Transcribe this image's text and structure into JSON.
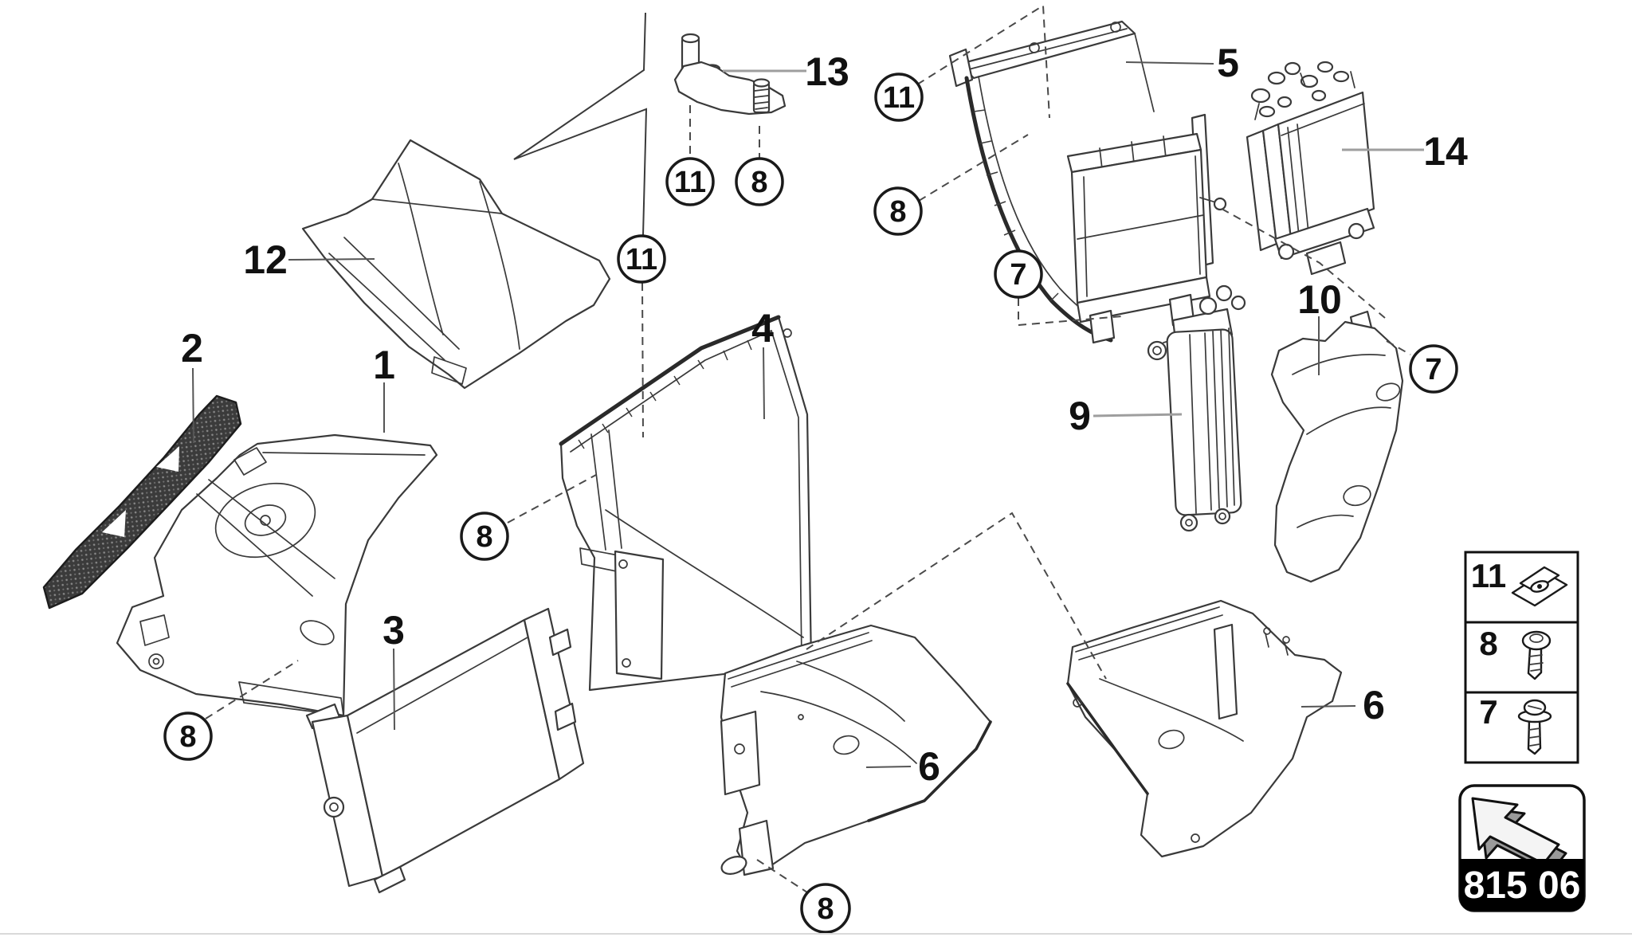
{
  "diagram": {
    "title": "exploded-parts-diagram",
    "part_labels": [
      {
        "text": "12"
      },
      {
        "text": "2"
      },
      {
        "text": "1"
      },
      {
        "text": "3"
      },
      {
        "text": "4"
      },
      {
        "text": "5"
      },
      {
        "text": "13"
      },
      {
        "text": "14"
      },
      {
        "text": "9"
      },
      {
        "text": "10"
      },
      {
        "text": "6"
      },
      {
        "text": "6"
      }
    ],
    "callouts": [
      {
        "text": "11"
      },
      {
        "text": "8"
      },
      {
        "text": "11"
      },
      {
        "text": "8"
      },
      {
        "text": "11"
      },
      {
        "text": "7"
      },
      {
        "text": "8"
      },
      {
        "text": "8"
      },
      {
        "text": "8"
      },
      {
        "text": "7"
      }
    ]
  },
  "legend": {
    "rows": [
      {
        "number": "11",
        "icon": "clip-nut-icon"
      },
      {
        "number": "8",
        "icon": "pan-head-screw-icon"
      },
      {
        "number": "7",
        "icon": "washer-screw-icon"
      }
    ]
  },
  "badge": {
    "code": "815 06",
    "icon": "direction-arrow-icon"
  },
  "colors": {
    "background": "#ffffff",
    "line": "#3a3a3a",
    "leader_gray": "#9e9e9e",
    "mesh_fill": "#3b3b3b",
    "badge_bar": "#000000",
    "text": "#111111"
  }
}
